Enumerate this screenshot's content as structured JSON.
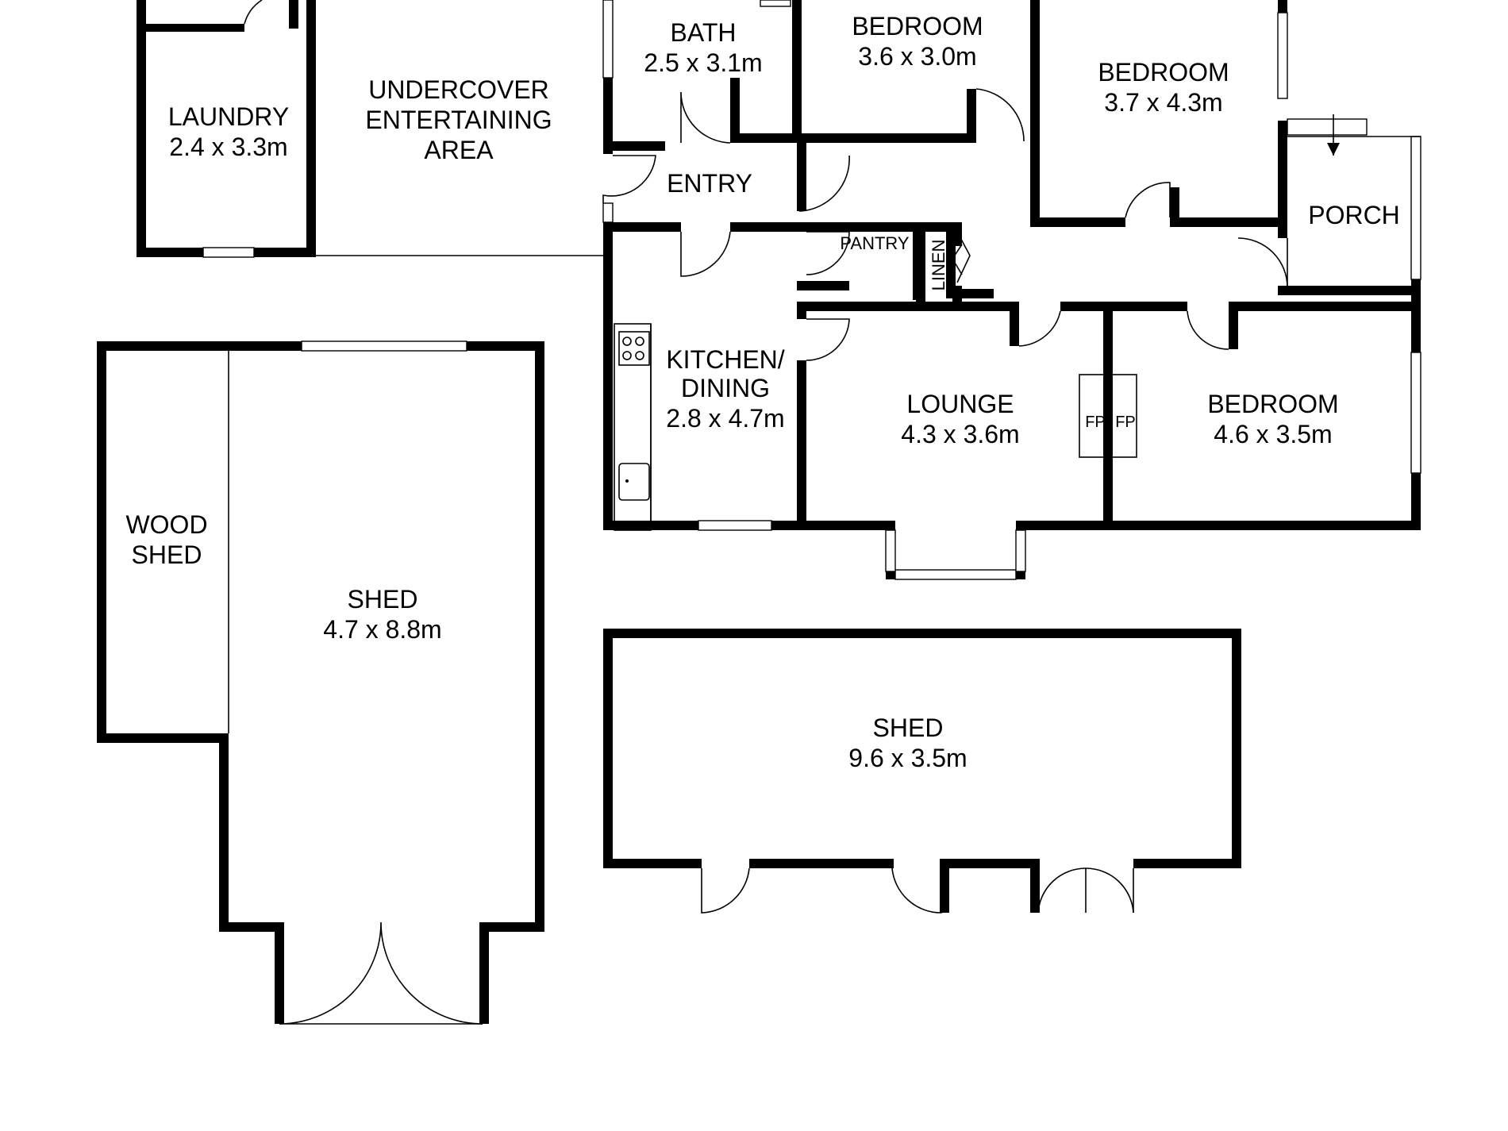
{
  "rooms": {
    "laundry": {
      "name": "LAUNDRY",
      "size": "2.4 x 3.3m"
    },
    "undercover": {
      "line1": "UNDERCOVER",
      "line2": "ENTERTAINING",
      "line3": "AREA"
    },
    "bath": {
      "name": "BATH",
      "size": "2.5 x 3.1m"
    },
    "bedroom1": {
      "name": "BEDROOM",
      "size": "3.6 x 3.0m"
    },
    "bedroom2": {
      "name": "BEDROOM",
      "size": "3.7 x 4.3m"
    },
    "entry": {
      "name": "ENTRY"
    },
    "porch": {
      "name": "PORCH"
    },
    "pantry": {
      "name": "PANTRY"
    },
    "linen": {
      "name": "LINEN"
    },
    "kitchen": {
      "line1": "KITCHEN/",
      "line2": "DINING",
      "size": "2.8 x 4.7m"
    },
    "lounge": {
      "name": "LOUNGE",
      "size": "4.3 x 3.6m"
    },
    "bedroom3": {
      "name": "BEDROOM",
      "size": "4.6 x 3.5m"
    },
    "fireplace": {
      "left": "FP",
      "right": "FP"
    },
    "woodshed": {
      "line1": "WOOD",
      "line2": "SHED"
    },
    "shed1": {
      "name": "SHED",
      "size": "4.7 x 8.8m"
    },
    "shed2": {
      "name": "SHED",
      "size": "9.6 x 3.5m"
    }
  },
  "colors": {
    "wall": "#000000",
    "background": "#ffffff"
  }
}
